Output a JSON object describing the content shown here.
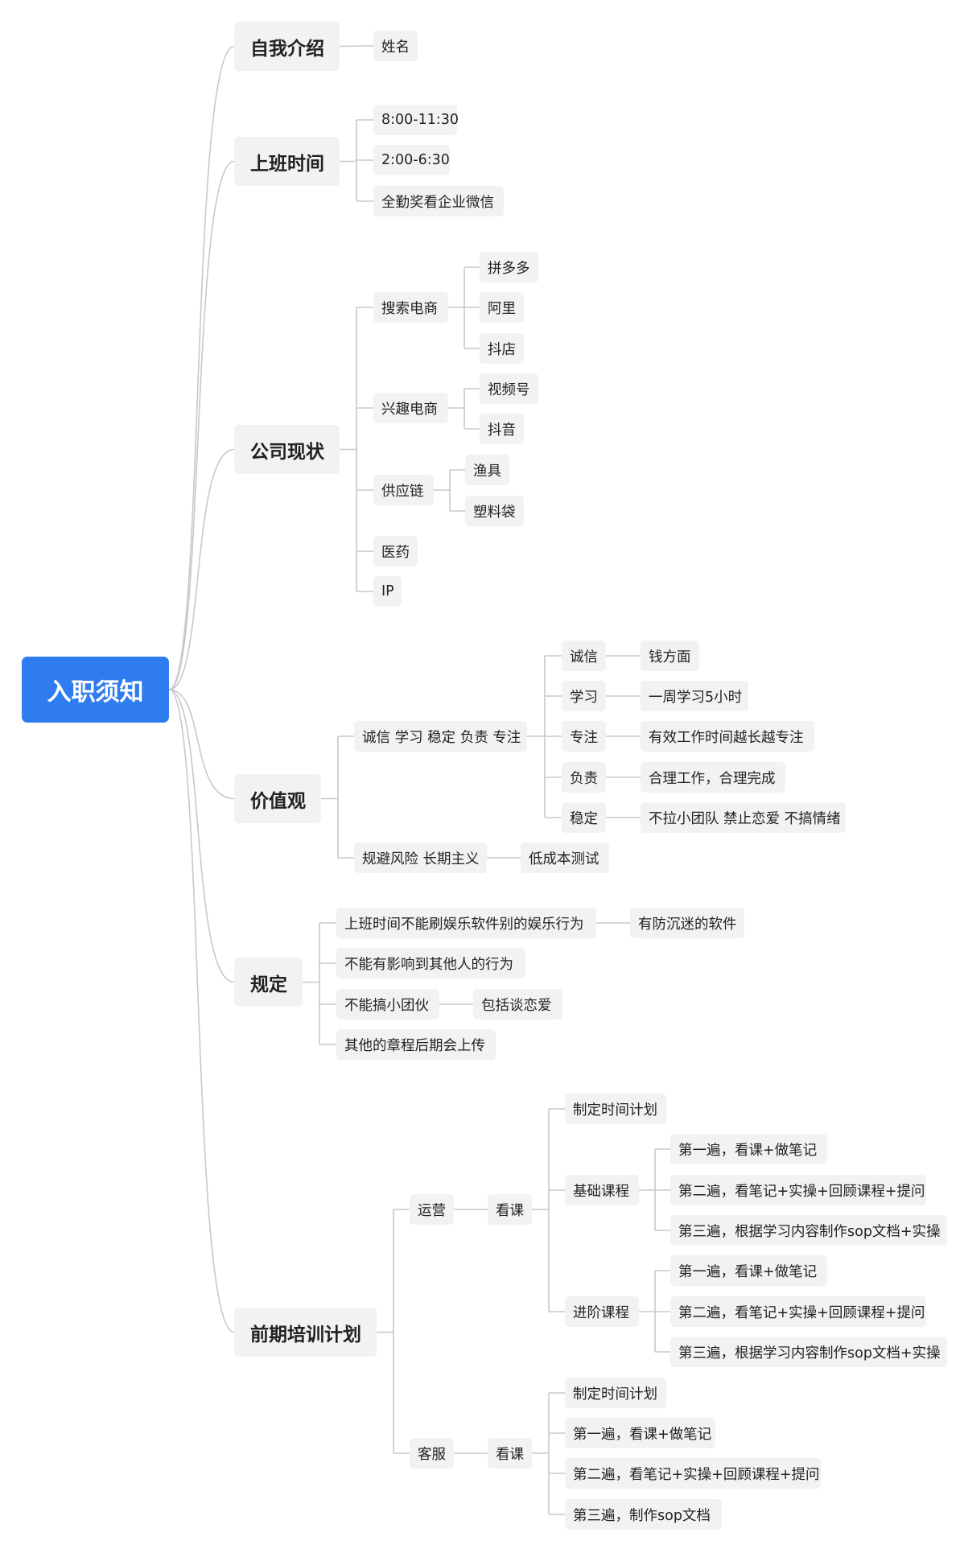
{
  "root": "入职须知",
  "sections": {
    "intro": {
      "label": "自我介绍",
      "name": "姓名"
    },
    "hours": {
      "label": "上班时间",
      "morning": "8:00-11:30",
      "afternoon": "2:00-6:30",
      "attendance": "全勤奖看企业微信"
    },
    "status": {
      "label": "公司现状",
      "search": {
        "label": "搜索电商",
        "items": [
          "拼多多",
          "阿里",
          "抖店"
        ]
      },
      "interest": {
        "label": "兴趣电商",
        "items": [
          "视频号",
          "抖音"
        ]
      },
      "supply": {
        "label": "供应链",
        "items": [
          "渔具",
          "塑料袋"
        ]
      },
      "medicine": "医药",
      "ip": "IP"
    },
    "values": {
      "label": "价值观",
      "core": "诚信 学习 稳定 负责 专注",
      "pairs": [
        {
          "k": "诚信",
          "v": "钱方面"
        },
        {
          "k": "学习",
          "v": "一周学习5小时"
        },
        {
          "k": "专注",
          "v": "有效工作时间越长越专注"
        },
        {
          "k": "负责",
          "v": "合理工作，合理完成"
        },
        {
          "k": "稳定",
          "v": "不拉小团队 禁止恋爱 不搞情绪"
        }
      ],
      "risk": "规避风险 长期主义",
      "risk_child": "低成本测试"
    },
    "rules": {
      "label": "规定",
      "r1": "上班时间不能刷娱乐软件别的娱乐行为",
      "r1_child": "有防沉迷的软件",
      "r2": "不能有影响到其他人的行为",
      "r3": "不能搞小团伙",
      "r3_child": "包括谈恋爱",
      "r4": "其他的章程后期会上传"
    },
    "training": {
      "label": "前期培训计划",
      "ops": {
        "label": "运营",
        "watch": "看课",
        "plan": "制定时间计划",
        "basic": {
          "label": "基础课程",
          "steps": [
            "第一遍，看课+做笔记",
            "第二遍，看笔记+实操+回顾课程+提问",
            "第三遍，根据学习内容制作sop文档+实操"
          ]
        },
        "advanced": {
          "label": "进阶课程",
          "steps": [
            "第一遍，看课+做笔记",
            "第二遍，看笔记+实操+回顾课程+提问",
            "第三遍，根据学习内容制作sop文档+实操"
          ]
        }
      },
      "cs": {
        "label": "客服",
        "watch": "看课",
        "steps": [
          "制定时间计划",
          "第一遍，看课+做笔记",
          "第二遍，看笔记+实操+回顾课程+提问",
          "第三遍，制作sop文档"
        ]
      }
    }
  }
}
